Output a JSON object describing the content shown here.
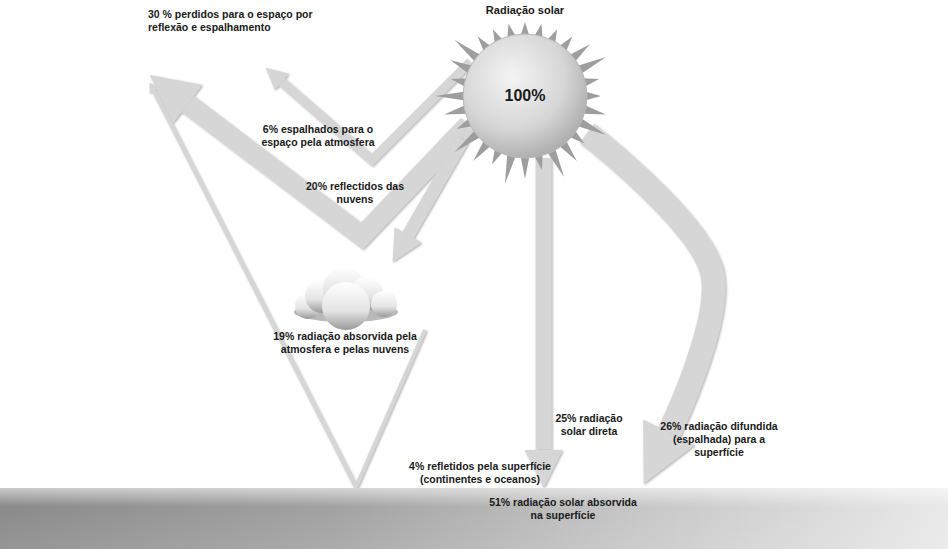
{
  "diagram": {
    "nodes": [
      {
        "text": [
          "Radiação solar",
          "100%"
        ]
      },
      {
        "text": [
          "19% radiação absorvida pela atmosfera e pelas nuvens"
        ]
      },
      {
        "text": [
          "51% radiação solar absorvida na superfície"
        ]
      }
    ],
    "edges": [
      {
        "from": 0,
        "to": 1,
        "arrow": "to"
      },
      {
        "from": 0,
        "to": 2,
        "arrow": "to",
        "label": "25% radiação solar direta"
      },
      {
        "from": 0,
        "to": 2,
        "arrow": "to",
        "label": "26% radiação difundida (espalhada) para a superfície"
      }
    ],
    "labels": [
      "30 % perdidos para o espaço por reflexão e espalhamento",
      "6% espalhados para o espaço pela atmosfera",
      "20% reflectidos das nuvens",
      "4% refletidos pela superfície (continentes e oceanos)"
    ]
  }
}
